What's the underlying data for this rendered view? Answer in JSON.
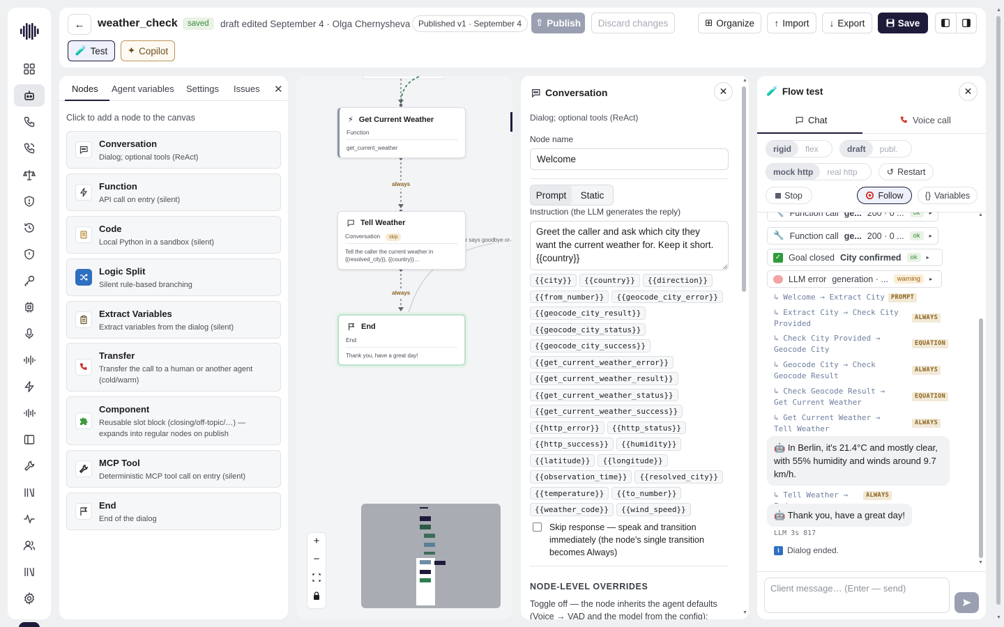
{
  "header": {
    "back_label": "←",
    "title": "weather_check",
    "saved_badge": "saved",
    "draft_info": "draft edited September 4 · Olga Chernysheva",
    "published_info": "Published v1 · September 4",
    "publish_label": "Publish",
    "discard_label": "Discard changes",
    "organize_label": "Organize",
    "import_label": "Import",
    "export_label": "Export",
    "save_label": "Save",
    "test_label": "Test",
    "copilot_label": "Copilot"
  },
  "nodes_panel": {
    "tabs": [
      "Nodes",
      "Agent variables",
      "Settings",
      "Issues"
    ],
    "close_label": "✕",
    "hint": "Click to add a node to the canvas",
    "items": [
      {
        "title": "Conversation",
        "desc": "Dialog; optional tools (ReAct)",
        "icon": "chat-icon"
      },
      {
        "title": "Function",
        "desc": "API call on entry (silent)",
        "icon": "lightning-icon"
      },
      {
        "title": "Code",
        "desc": "Local Python in a sandbox (silent)",
        "icon": "scroll-icon"
      },
      {
        "title": "Logic Split",
        "desc": "Silent rule-based branching",
        "icon": "shuffle-icon"
      },
      {
        "title": "Extract Variables",
        "desc": "Extract variables from the dialog (silent)",
        "icon": "clipboard-icon"
      },
      {
        "title": "Transfer",
        "desc": "Transfer the call to a human or another agent (cold/warm)",
        "icon": "phone-icon"
      },
      {
        "title": "Component",
        "desc": "Reusable slot block (closing/off-topic/…) — expands into regular nodes on publish",
        "icon": "puzzle-icon"
      },
      {
        "title": "MCP Tool",
        "desc": "Deterministic MCP tool call on entry (silent)",
        "icon": "wrench-icon"
      },
      {
        "title": "End",
        "desc": "End of the dialog",
        "icon": "flag-icon"
      }
    ]
  },
  "canvas": {
    "nodes": [
      {
        "title": "Get Current Weather",
        "type": "Function",
        "body": "get_current_weather"
      },
      {
        "title": "Tell Weather",
        "type": "Conversation",
        "badge": "skip",
        "body": "Tell the caller the current weather in {{resolved_city}}, {{country}}…"
      },
      {
        "title": "End",
        "type": "End",
        "body": "Thank you, have a great day!"
      }
    ],
    "edge_labels": [
      "always",
      "always"
    ],
    "side_edge_label": "er says goodbye or",
    "zoom": {
      "in": "+",
      "out": "−"
    }
  },
  "conversation_panel": {
    "title": "Conversation",
    "subtitle": "Dialog; optional tools (ReAct)",
    "node_name_label": "Node name",
    "node_name_value": "Welcome",
    "mode_tabs": [
      "Prompt",
      "Static"
    ],
    "instruction_label": "Instruction (the LLM generates the reply)",
    "instruction_value": "Greet the caller and ask which city they want the current weather for. Keep it short. {{country}}",
    "variables": [
      "{{city}}",
      "{{country}}",
      "{{direction}}",
      "{{from_number}}",
      "{{geocode_city_error}}",
      "{{geocode_city_result}}",
      "{{geocode_city_status}}",
      "{{geocode_city_success}}",
      "{{get_current_weather_error}}",
      "{{get_current_weather_result}}",
      "{{get_current_weather_status}}",
      "{{get_current_weather_success}}",
      "{{http_error}}",
      "{{http_status}}",
      "{{http_success}}",
      "{{humidity}}",
      "{{latitude}}",
      "{{longitude}}",
      "{{observation_time}}",
      "{{resolved_city}}",
      "{{temperature}}",
      "{{to_number}}",
      "{{weather_code}}",
      "{{wind_speed}}"
    ],
    "skip_response_label": "Skip response — speak and transition immediately (the node's single transition becomes Always)",
    "overrides_title": "NODE-LEVEL OVERRIDES",
    "overrides_desc": "Toggle off — the node inherits the agent defaults (Voice → VAD and the model from the config);"
  },
  "test_panel": {
    "title": "Flow test",
    "tabs": [
      "Chat",
      "Voice call"
    ],
    "mode_toggle": [
      "rigid",
      "flex"
    ],
    "version_toggle": [
      "draft",
      "publ."
    ],
    "http_toggle": [
      "mock http",
      "real http"
    ],
    "restart_label": "Restart",
    "stop_label": "Stop",
    "follow_label": "Follow",
    "variables_label": "Variables",
    "events": [
      {
        "kind": "Function call",
        "name": "ge...",
        "detail": "200 · 0 ...",
        "badge": "ok"
      },
      {
        "kind": "Function call",
        "name": "ge...",
        "detail": "200 · 0 ...",
        "badge": "ok"
      },
      {
        "kind": "Goal closed",
        "name": "City confirmed",
        "detail": "",
        "badge": "ok"
      },
      {
        "kind": "LLM error",
        "name": "",
        "detail": "generation · ...",
        "badge": "warning"
      }
    ],
    "transitions": [
      {
        "text": "↳ Welcome → Extract City",
        "badge": "PROMPT"
      },
      {
        "text": "↳ Extract City → Check City Provided",
        "badge": "ALWAYS"
      },
      {
        "text": "↳ Check City Provided → Geocode City",
        "badge": "EQUATION"
      },
      {
        "text": "↳ Geocode City → Check Geocode Result",
        "badge": "ALWAYS"
      },
      {
        "text": "↳ Check Geocode Result → Get Current Weather",
        "badge": "EQUATION"
      },
      {
        "text": "↳ Get Current Weather → Tell Weather",
        "badge": "ALWAYS"
      }
    ],
    "message_1": "In Berlin, it's 21.4°C and mostly clear, with 55% humidity and winds around 9.7 km/h.",
    "transition_end": {
      "text": "↳ Tell Weather → End",
      "badge": "ALWAYS"
    },
    "message_2": "Thank you, have a great day!",
    "llm_meta": "LLM 3s 817",
    "dialog_ended": "Dialog ended.",
    "input_placeholder": "Client message… (Enter — send)"
  }
}
